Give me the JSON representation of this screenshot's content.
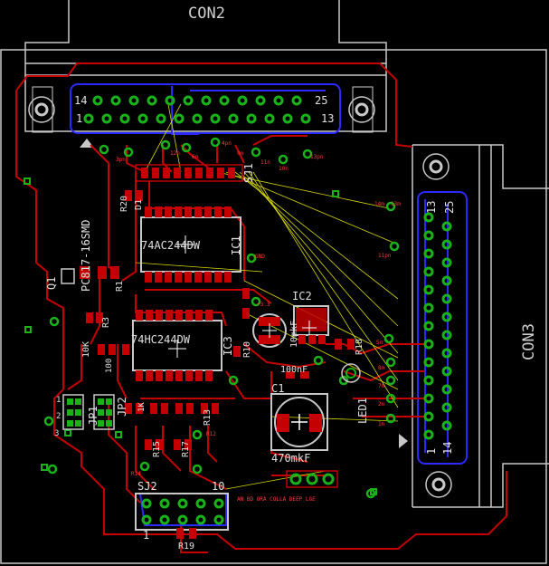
{
  "board": {
    "colors": {
      "background": "#000000",
      "outline": "#c8c8c8",
      "top_copper": "#c40000",
      "bottom_copper": "#2a2aff",
      "pads": "#19b219",
      "airwires": "#d8d800",
      "silk": "#d0d0d0",
      "names": "#ff3030"
    }
  },
  "labels": {
    "con2": "CON2",
    "con3": "CON3",
    "con2_pin14": "14",
    "con2_pin25": "25",
    "con2_pin1": "1",
    "con2_pin13": "13",
    "con3_pin13": "13",
    "con3_pin25": "25",
    "con3_pin1": "1",
    "con3_pin14": "14",
    "ic1_value": "74AC244DW",
    "ic1_name": "IC1",
    "ic3_value": "74HC244DW",
    "ic3_name": "IC3",
    "ic2_name": "IC2",
    "q1_name": "Q1",
    "q1_value": "PC817-16SMD",
    "c1_name": "C1",
    "c1_value": "470mkF",
    "cap_100nf": "100nF",
    "cap_10mkf": "10mkF",
    "led1": "LED1",
    "sj1": "SJ1",
    "sj2": "SJ2",
    "sj2_pin10": "10",
    "sj2_pin1": "1",
    "jp1": "JP1",
    "jp2": "JP2",
    "r19": "R19",
    "r1": "R1",
    "r3": "R3",
    "r10": "R10",
    "r18": "R18",
    "r20": "R20",
    "r13": "R13",
    "r15": "R15",
    "r17": "R17",
    "val_10k": "10K",
    "val_100": "100",
    "val_1k": "1K",
    "d1": "D1",
    "pin3": "3",
    "pin1": "1",
    "pin2": "2"
  },
  "tiny_labels": [
    "3pn",
    "12n",
    "6n",
    "4pn",
    "9n",
    "11n",
    "10n",
    "13pn",
    "11pn",
    "14m",
    "13m",
    "5n",
    "GND",
    "+3.3",
    "8n",
    "7n",
    "2n",
    "1n",
    "R12",
    "R14",
    "AN BD ORA COLLA DEEP LGE"
  ]
}
